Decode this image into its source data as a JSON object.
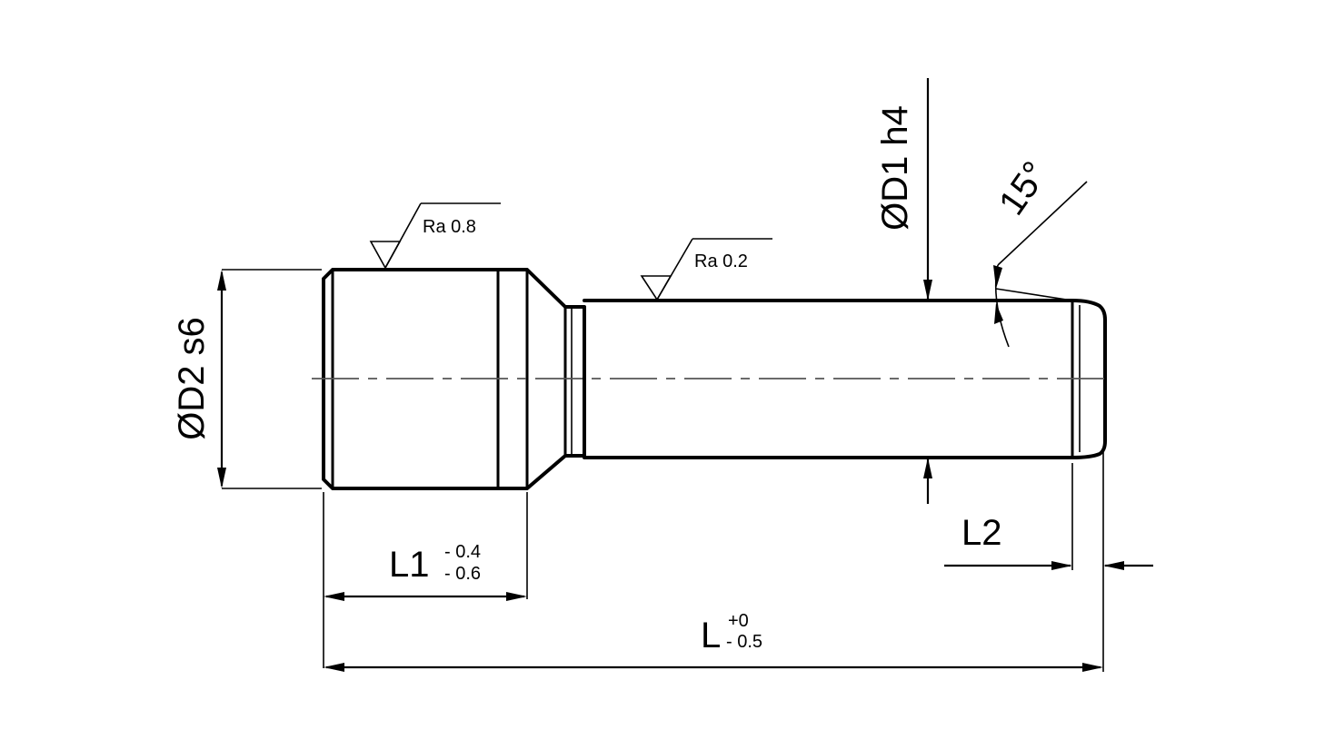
{
  "dimensions": {
    "d2": "ØD2 s6",
    "d1": "ØD1 h4",
    "l1": "L1",
    "l1_tol_upper": "- 0.4",
    "l1_tol_lower": "- 0.6",
    "l": "L",
    "l_tol_upper": "+0",
    "l_tol_lower": "- 0.5",
    "l2": "L2",
    "angle": "15°"
  },
  "surface_finish": {
    "head": "Ra 0.8",
    "shank": "Ra 0.2"
  }
}
